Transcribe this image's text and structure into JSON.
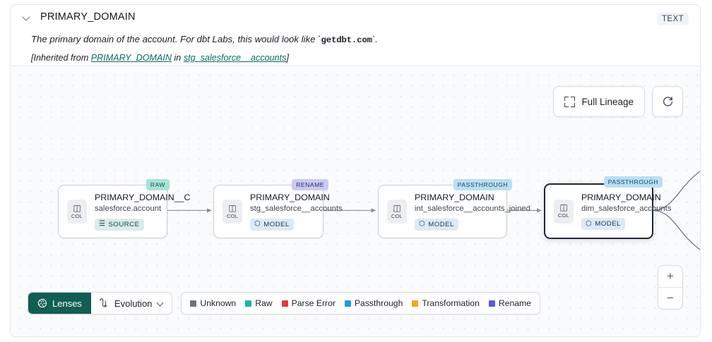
{
  "header": {
    "collapse_icon": "chevron-down-icon",
    "title": "PRIMARY_DOMAIN",
    "type_badge": "TEXT",
    "description_before": "The primary domain of the account. For dbt Labs, this would look like `",
    "description_code": "getdbt.com",
    "description_after": "`.",
    "inherited_prefix": "[Inherited from ",
    "inherited_column": "PRIMARY_DOMAIN",
    "inherited_middle": " in ",
    "inherited_model": "stg_salesforce__accounts",
    "inherited_suffix": "]"
  },
  "canvas_controls": {
    "full_lineage_label": "Full Lineage",
    "full_lineage_icon": "expand-brackets-icon",
    "refresh_icon": "refresh-icon",
    "zoom_in": "+",
    "zoom_out": "−"
  },
  "nodes": [
    {
      "tag": "RAW",
      "tag_kind": "raw",
      "chip_glyph": "◫",
      "chip_label": "COL",
      "name": "PRIMARY_DOMAIN__C",
      "subtitle": "salesforce.account",
      "entity_label": "SOURCE",
      "entity_kind": "source",
      "entity_icon": "☰",
      "selected": false
    },
    {
      "tag": "RENAME",
      "tag_kind": "rename",
      "chip_glyph": "◫",
      "chip_label": "COL",
      "name": "PRIMARY_DOMAIN",
      "subtitle": "stg_salesforce__accounts",
      "entity_label": "MODEL",
      "entity_kind": "model",
      "entity_icon": "⬡",
      "selected": false
    },
    {
      "tag": "PASSTHROUGH",
      "tag_kind": "passthrough",
      "chip_glyph": "◫",
      "chip_label": "COL",
      "name": "PRIMARY_DOMAIN",
      "subtitle": "int_salesforce__accounts_joined",
      "entity_label": "MODEL",
      "entity_kind": "model",
      "entity_icon": "⬡",
      "selected": false
    },
    {
      "tag": "PASSTHROUGH",
      "tag_kind": "passthrough",
      "chip_glyph": "◫",
      "chip_label": "COL",
      "name": "PRIMARY_DOMAIN",
      "subtitle": "dim_salesforce_accounts",
      "entity_label": "MODEL",
      "entity_kind": "model",
      "entity_icon": "⬡",
      "selected": true
    }
  ],
  "bottom_bar": {
    "lenses_label": "Lenses",
    "lenses_icon": "aperture-icon",
    "evolution_label": "Evolution",
    "evolution_icon": "evolution-flow-icon",
    "evolution_caret": "chevron-down-icon"
  },
  "legend": [
    {
      "label": "Unknown",
      "color": "#6b7280"
    },
    {
      "label": "Raw",
      "color": "#17b89a"
    },
    {
      "label": "Parse Error",
      "color": "#e4373c"
    },
    {
      "label": "Passthrough",
      "color": "#1e9bdd"
    },
    {
      "label": "Transformation",
      "color": "#f0a81e"
    },
    {
      "label": "Rename",
      "color": "#5b57e0"
    }
  ]
}
